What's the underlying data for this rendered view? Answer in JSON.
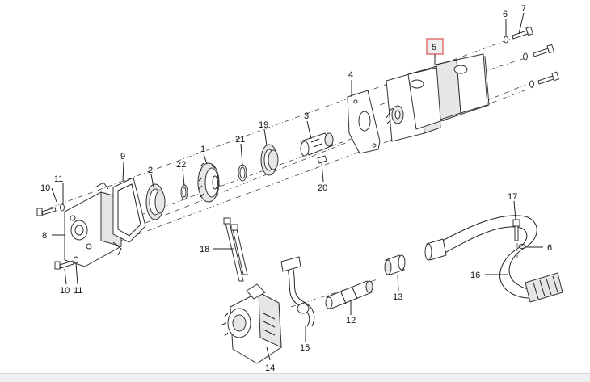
{
  "diagram": {
    "labels": {
      "l1": "1",
      "l2": "2",
      "l3": "3",
      "l4": "4",
      "l5": "5",
      "l6a": "6",
      "l6b": "6",
      "l7": "7",
      "l8": "8",
      "l9": "9",
      "l10a": "10",
      "l10b": "10",
      "l11a": "11",
      "l11b": "11",
      "l12": "12",
      "l13": "13",
      "l14": "14",
      "l15": "15",
      "l16": "16",
      "l17": "17",
      "l18": "18",
      "l19": "19",
      "l20": "20",
      "l21": "21",
      "l22": "22"
    },
    "highlighted_part": "5",
    "highlight_color": "#e06666"
  }
}
